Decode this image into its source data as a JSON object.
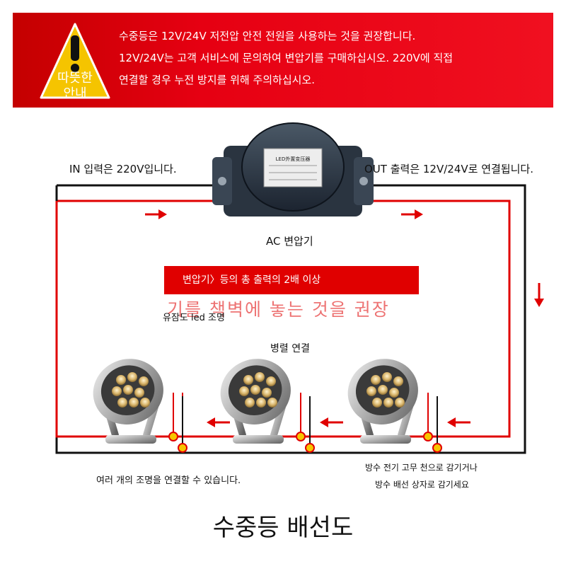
{
  "banner": {
    "warning_label_line1": "따뜻한",
    "warning_label_line2": "안내",
    "notice_lines": [
      "수중등은 12V/24V 저전압 안전 전원을 사용하는 것을 권장합니다.",
      "12V/24V는 고객 서비스에 문의하여 변압기를 구매하십시오. 220V에 직접",
      "연결할 경우 누전 방지를 위해 주의하십시오."
    ],
    "accent_color": "#e60012"
  },
  "diagram": {
    "in_label": "IN 입력은 220V입니다.",
    "out_label": "OUT 출력은 12V/24V로 연결됩니다.",
    "transformer_label": "AC 변압기",
    "transformer_plate_text": "LED外置变压器",
    "redbar_text": "변압기〉등의 총 출력의 2배 이상",
    "ghost_text": "기를 책벽에 놓는 것을 권장",
    "light_label": "유잠도 led 조명",
    "parallel_label": "병렬 연결",
    "multi_label": "여러 개의 조명을 연결할 수 있습니다.",
    "waterproof_line1": "방수 전기 고무 천으로 감기거나",
    "waterproof_line2": "방수 배선 상자로 감기세요",
    "wire_red": "#e00000",
    "wire_black": "#111111"
  },
  "title": "수중등 배선도"
}
